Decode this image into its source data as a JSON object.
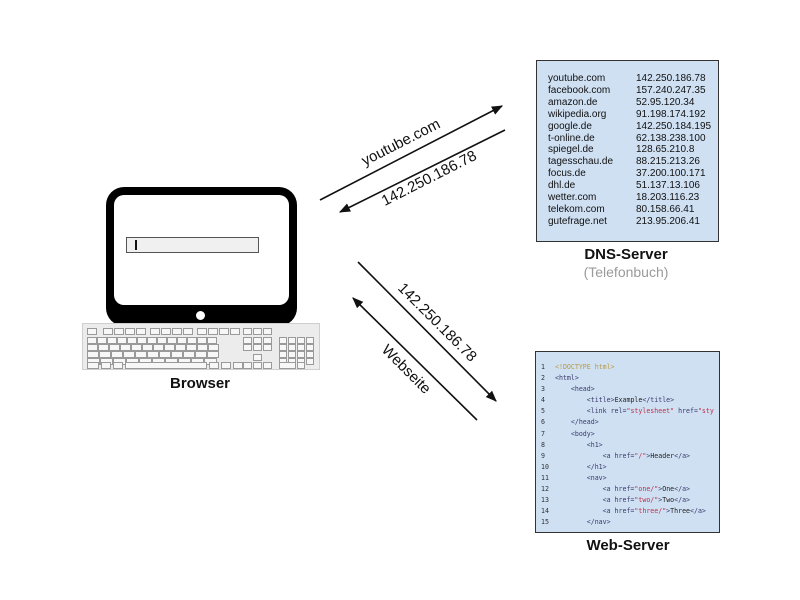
{
  "browser": {
    "label": "Browser",
    "search_value": ""
  },
  "dns_server": {
    "label": "DNS-Server",
    "sublabel": "(Telefonbuch)",
    "entries": [
      {
        "domain": "youtube.com",
        "ip": "142.250.186.78"
      },
      {
        "domain": "facebook.com",
        "ip": "157.240.247.35"
      },
      {
        "domain": "amazon.de",
        "ip": "52.95.120.34"
      },
      {
        "domain": "wikipedia.org",
        "ip": "91.198.174.192"
      },
      {
        "domain": "google.de",
        "ip": "142.250.184.195"
      },
      {
        "domain": "t-online.de",
        "ip": "62.138.238.100"
      },
      {
        "domain": "spiegel.de",
        "ip": "128.65.210.8"
      },
      {
        "domain": "tagesschau.de",
        "ip": "88.215.213.26"
      },
      {
        "domain": "focus.de",
        "ip": "37.200.100.171"
      },
      {
        "domain": "dhl.de",
        "ip": "51.137.13.106"
      },
      {
        "domain": "wetter.com",
        "ip": "18.203.116.23"
      },
      {
        "domain": "telekom.com",
        "ip": "80.158.66.41"
      },
      {
        "domain": "gutefrage.net",
        "ip": "213.95.206.41"
      }
    ]
  },
  "web_server": {
    "label": "Web-Server",
    "code_lines": [
      {
        "n": "1",
        "indent": 0,
        "parts": [
          [
            "dt",
            "<!DOCTYPE html>"
          ]
        ]
      },
      {
        "n": "2",
        "indent": 0,
        "parts": [
          [
            "tag",
            "<html>"
          ]
        ]
      },
      {
        "n": "3",
        "indent": 1,
        "parts": [
          [
            "tag",
            "<head>"
          ]
        ]
      },
      {
        "n": "4",
        "indent": 2,
        "parts": [
          [
            "tag",
            "<title>"
          ],
          [
            "txt",
            "Example"
          ],
          [
            "tag",
            "</title>"
          ]
        ]
      },
      {
        "n": "5",
        "indent": 2,
        "parts": [
          [
            "tag",
            "<link rel="
          ],
          [
            "str",
            "\"stylesheet\""
          ],
          [
            "tag",
            " href="
          ],
          [
            "str",
            "\"sty"
          ]
        ]
      },
      {
        "n": "6",
        "indent": 1,
        "parts": [
          [
            "tag",
            "</head>"
          ]
        ]
      },
      {
        "n": "7",
        "indent": 1,
        "parts": [
          [
            "tag",
            "<body>"
          ]
        ]
      },
      {
        "n": "8",
        "indent": 2,
        "parts": [
          [
            "tag",
            "<h1>"
          ]
        ]
      },
      {
        "n": "9",
        "indent": 3,
        "parts": [
          [
            "tag",
            "<a href="
          ],
          [
            "str",
            "\"/\""
          ],
          [
            "tag",
            ">"
          ],
          [
            "txt",
            "Header"
          ],
          [
            "tag",
            "</a>"
          ]
        ]
      },
      {
        "n": "10",
        "indent": 2,
        "parts": [
          [
            "tag",
            "</h1>"
          ]
        ]
      },
      {
        "n": "11",
        "indent": 2,
        "parts": [
          [
            "tag",
            "<nav>"
          ]
        ]
      },
      {
        "n": "12",
        "indent": 3,
        "parts": [
          [
            "tag",
            "<a href="
          ],
          [
            "str",
            "\"one/\""
          ],
          [
            "tag",
            ">"
          ],
          [
            "txt",
            "One"
          ],
          [
            "tag",
            "</a>"
          ]
        ]
      },
      {
        "n": "13",
        "indent": 3,
        "parts": [
          [
            "tag",
            "<a href="
          ],
          [
            "str",
            "\"two/\""
          ],
          [
            "tag",
            ">"
          ],
          [
            "txt",
            "Two"
          ],
          [
            "tag",
            "</a>"
          ]
        ]
      },
      {
        "n": "14",
        "indent": 3,
        "parts": [
          [
            "tag",
            "<a href="
          ],
          [
            "str",
            "\"three/\""
          ],
          [
            "tag",
            ">"
          ],
          [
            "txt",
            "Three"
          ],
          [
            "tag",
            "</a>"
          ]
        ]
      },
      {
        "n": "15",
        "indent": 2,
        "parts": [
          [
            "tag",
            "</nav>"
          ]
        ]
      }
    ]
  },
  "arrows": {
    "dns_request": "youtube.com",
    "dns_response": "142.250.186.78",
    "http_request": "142.250.186.78",
    "http_response": "Webseite"
  },
  "colors": {
    "server_box_bg": "#cfe0f3",
    "sublabel": "#9a9a9a"
  }
}
